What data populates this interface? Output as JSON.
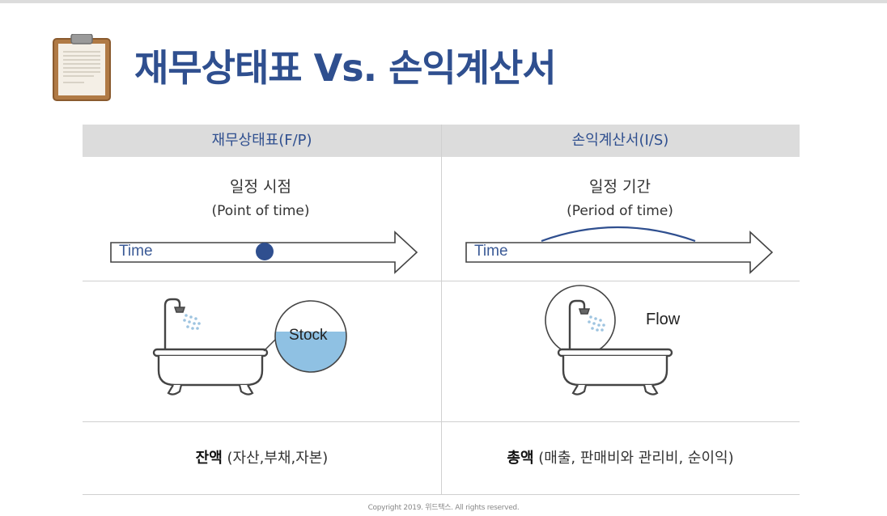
{
  "title": "재무상태표  Vs. 손익계산서",
  "columns": [
    {
      "header": "재무상태표(F/P)",
      "caption": "일정 시점",
      "caption_sub": "(Point of time)",
      "timeline_label": "Time",
      "illustration_label": "Stock",
      "bottom_bold": "잔액",
      "bottom_rest": " (자산,부채,자본)"
    },
    {
      "header": "손익계산서(I/S)",
      "caption": "일정 기간",
      "caption_sub": "(Period of time)",
      "timeline_label": "Time",
      "illustration_label": "Flow",
      "bottom_bold": "총액",
      "bottom_rest": " (매출, 판매비와 관리비, 순이익)"
    }
  ],
  "copyright": "Copyright 2019. 위드택스. All rights reserved.",
  "colors": {
    "title": "#2f4f8f",
    "header_bg": "#dcdcdc",
    "dot": "#2f4f8f",
    "water": "#8fc1e3"
  },
  "icons": [
    "clipboard-icon",
    "bathtub-icon",
    "shower-icon",
    "magnifier-circle-icon"
  ]
}
